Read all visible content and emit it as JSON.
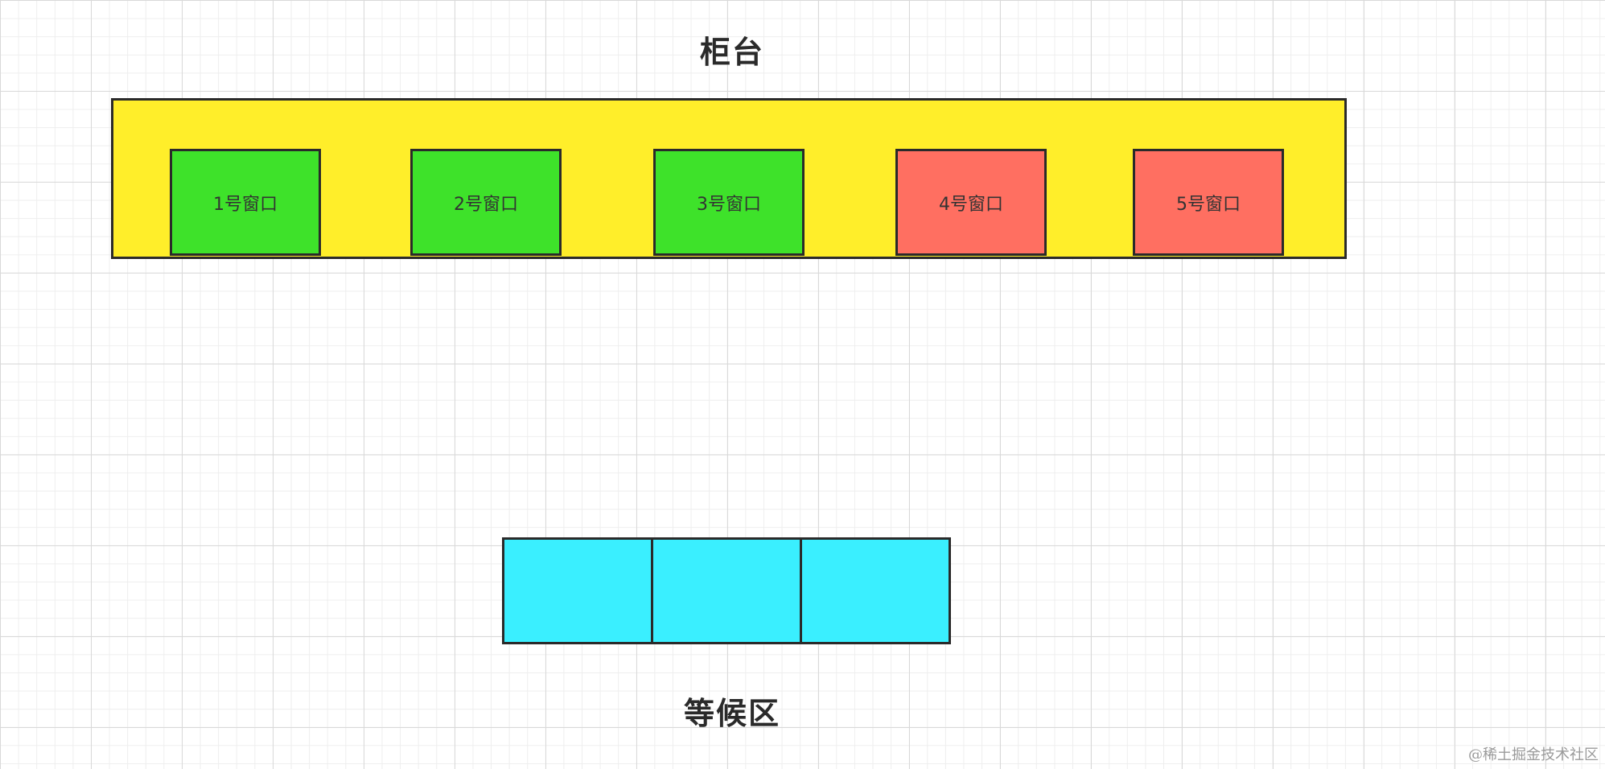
{
  "diagram": {
    "counter": {
      "label": "柜台",
      "fill_color": "#ffee2a"
    },
    "windows": [
      {
        "label": "1号窗口",
        "status": "available",
        "color": "#3ee22a"
      },
      {
        "label": "2号窗口",
        "status": "available",
        "color": "#3ee22a"
      },
      {
        "label": "3号窗口",
        "status": "available",
        "color": "#3ee22a"
      },
      {
        "label": "4号窗口",
        "status": "busy",
        "color": "#ff6f61"
      },
      {
        "label": "5号窗口",
        "status": "busy",
        "color": "#ff6f61"
      }
    ],
    "waiting_area": {
      "label": "等候区",
      "slot_count": 3,
      "slot_color": "#3aefff"
    }
  },
  "watermark": {
    "text": "@稀土掘金技术社区"
  }
}
